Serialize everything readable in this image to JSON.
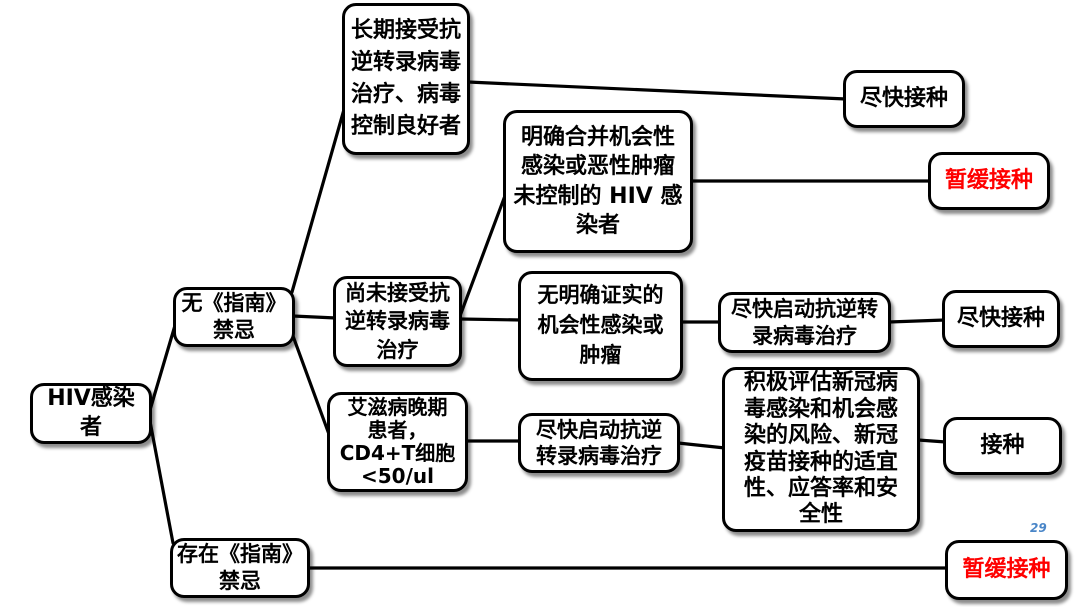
{
  "diagram": {
    "description": "HIV感染者新冠疫苗接种流程图",
    "nodes": {
      "hiv_root": {
        "text": "HIV感染\n者"
      },
      "no_contra": {
        "text": "无《指南》\n禁忌"
      },
      "has_contra": {
        "text": "存在《指南》\n禁忌"
      },
      "long_art": {
        "text": "长期接受抗\n逆转录病毒\n治疗、病毒\n控制良好者"
      },
      "not_art": {
        "text": "尚未接受抗\n逆转录病毒\n治疗"
      },
      "late_aids": {
        "text": "艾滋病晚期\n患者，\nCD4+T细胞\n<50/ul"
      },
      "oi_tumor": {
        "text": "明确合并机会性\n感染或恶性肿瘤\n未控制的 HIV 感\n染者"
      },
      "no_oi": {
        "text": "无明确证实的\n机会性感染或\n肿瘤"
      },
      "start_art_1": {
        "text": "尽快启动抗逆转\n录病毒治疗"
      },
      "start_art_2": {
        "text": "尽快启动抗逆\n转录病毒治疗"
      },
      "evaluate": {
        "text": "积极评估新冠病\n毒感染和机会感\n染的风险、新冠\n疫苗接种的适宜\n性、应答率和安\n全性"
      },
      "vaccinate_soon_1": {
        "text": "尽快接种"
      },
      "postpone_1": {
        "text": "暂缓接种"
      },
      "vaccinate_soon_2": {
        "text": "尽快接种"
      },
      "vaccinate": {
        "text": "接种"
      },
      "postpone_2": {
        "text": "暂缓接种"
      }
    },
    "edges": [
      "hiv_root→no_contra",
      "hiv_root→has_contra",
      "no_contra→long_art",
      "no_contra→not_art",
      "no_contra→late_aids",
      "long_art→vaccinate_soon_1",
      "not_art→oi_tumor",
      "not_art→no_oi",
      "oi_tumor→postpone_1",
      "no_oi→start_art_1",
      "start_art_1→vaccinate_soon_2",
      "late_aids→start_art_2",
      "start_art_2→evaluate",
      "evaluate→vaccinate",
      "has_contra→postpone_2"
    ],
    "page_number": "29",
    "colors": {
      "node_fill": "#FFFFFF",
      "node_border": "#000000",
      "text_default": "#000000",
      "outcome_postpone": "#FF0000",
      "connector": "#000000",
      "page_number": "#4A86C8"
    }
  }
}
